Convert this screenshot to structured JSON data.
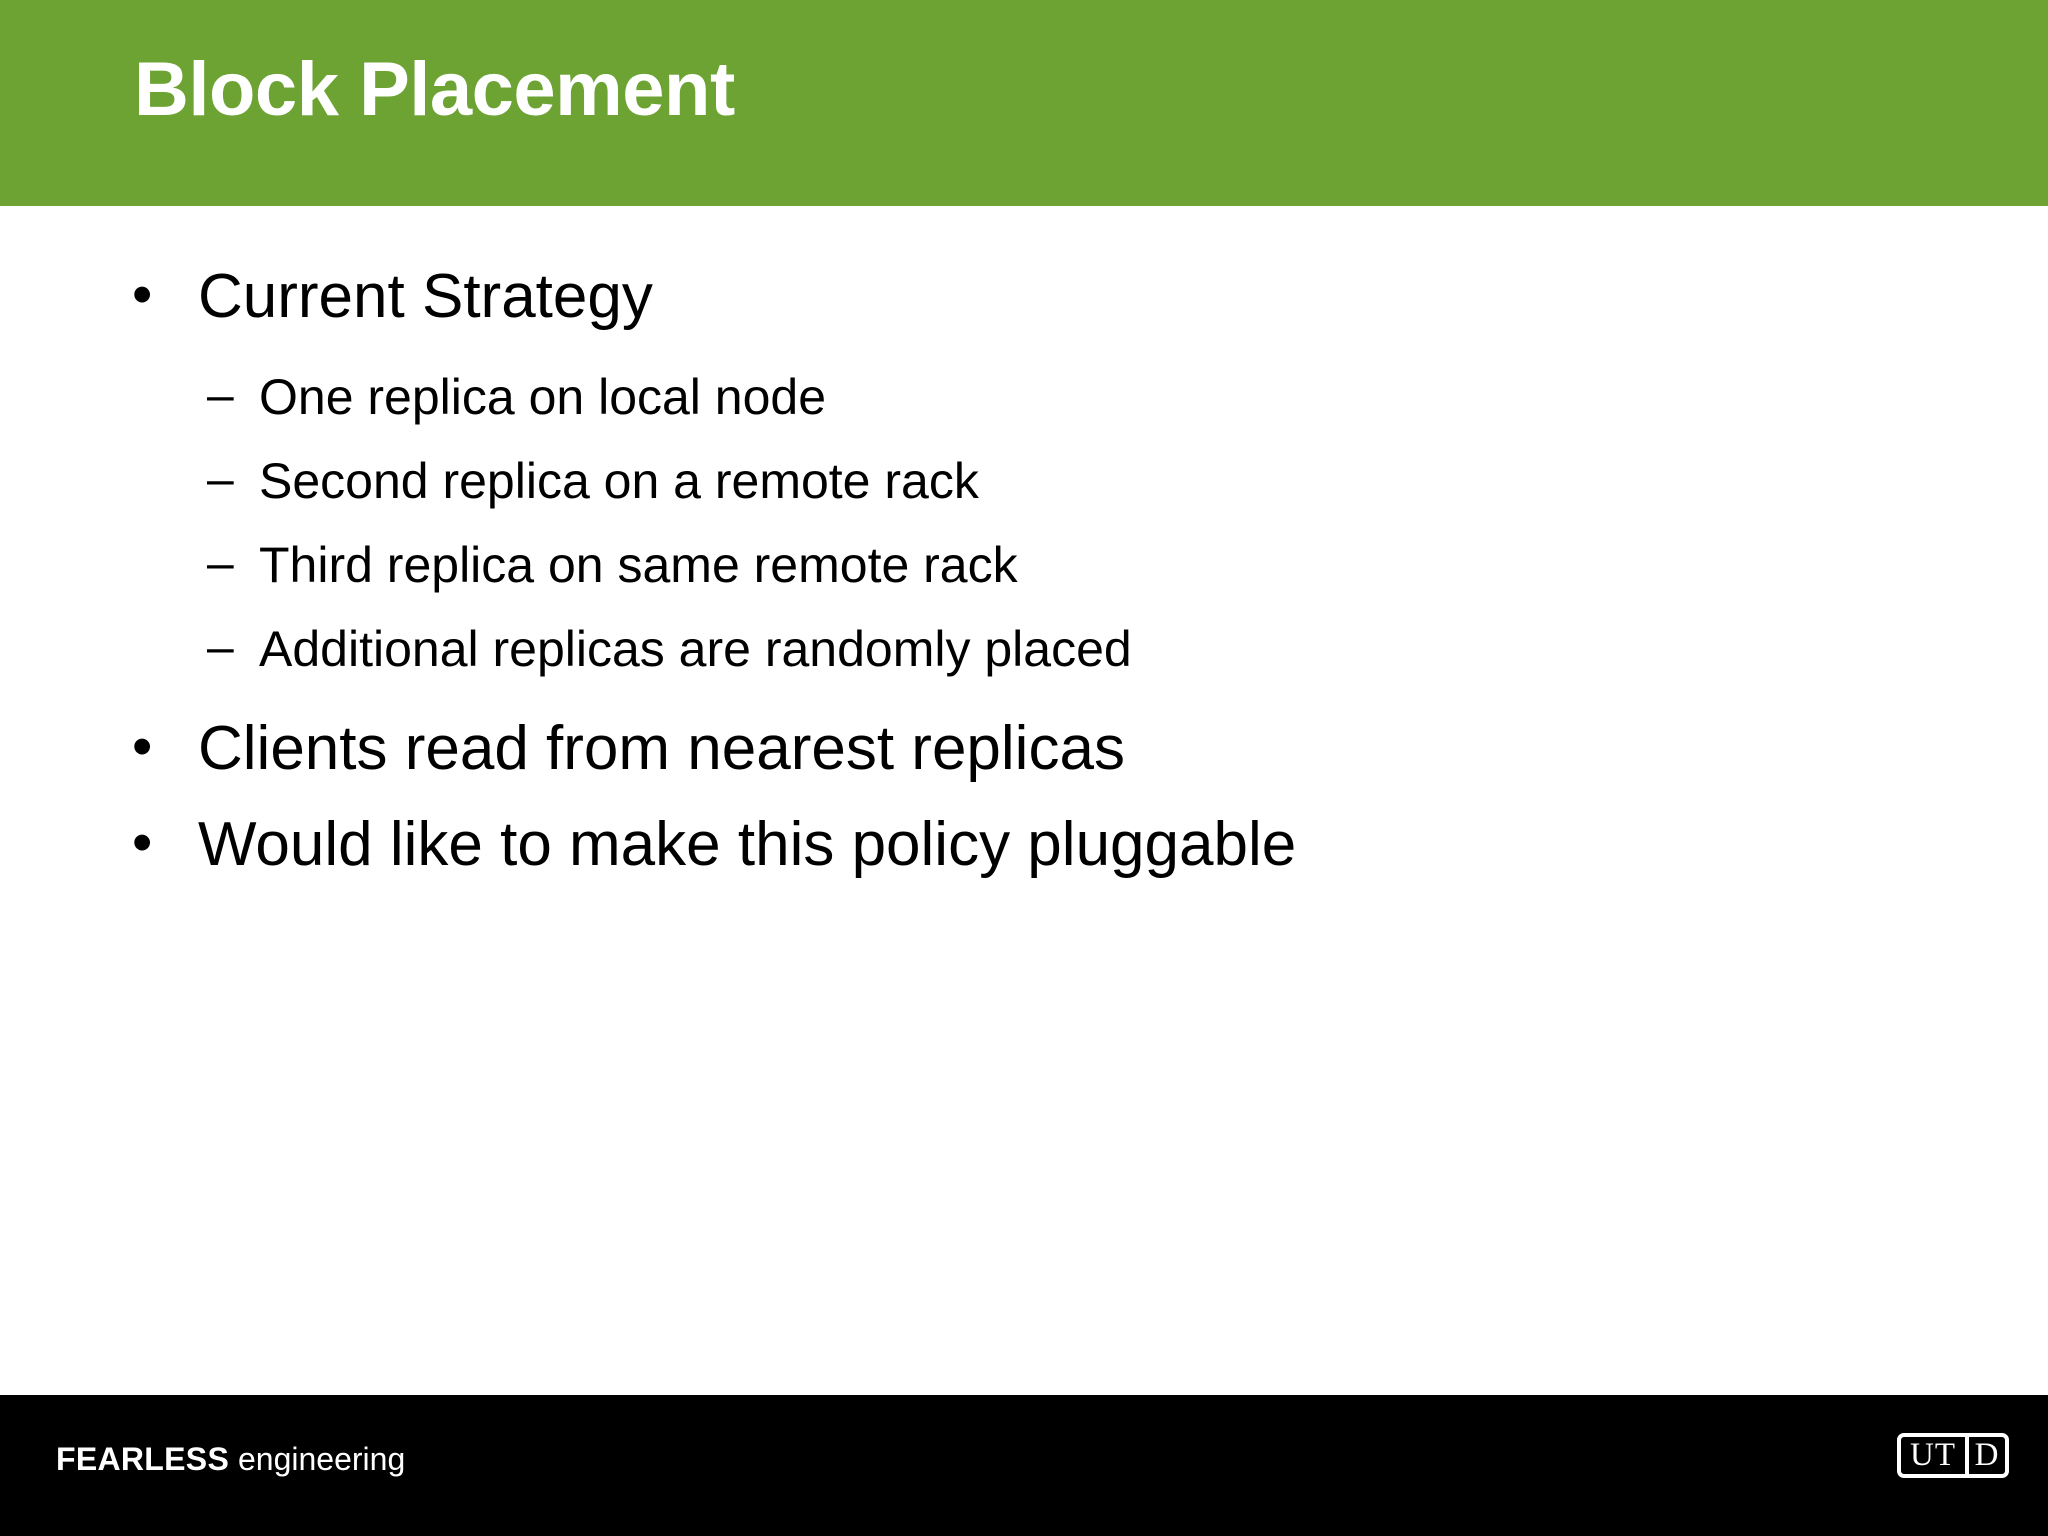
{
  "slide": {
    "title": "Block Placement",
    "header_color": "#6CA333",
    "background_color": "#FFFFFF",
    "title_color": "#FFFFFF"
  },
  "content": {
    "bullets": [
      {
        "level": 1,
        "marker": "•",
        "text": "Current Strategy"
      },
      {
        "level": 2,
        "marker": "–",
        "text": "One replica on local node"
      },
      {
        "level": 2,
        "marker": "–",
        "text": "Second replica on a remote rack"
      },
      {
        "level": 2,
        "marker": "–",
        "text": "Third replica on same remote rack"
      },
      {
        "level": 2,
        "marker": "–",
        "text": "Additional replicas are randomly placed"
      },
      {
        "level": 1,
        "marker": "•",
        "text": "Clients read from nearest replicas"
      },
      {
        "level": 1,
        "marker": "•",
        "text": "Would like to make this policy pluggable"
      }
    ]
  },
  "footer": {
    "background_color": "#000000",
    "text_color": "#FFFFFF",
    "brand_bold": "FEARLESS",
    "brand_regular": "engineering",
    "logo": {
      "name": "utd-logo",
      "left_text": "UT",
      "right_text": "D"
    }
  }
}
